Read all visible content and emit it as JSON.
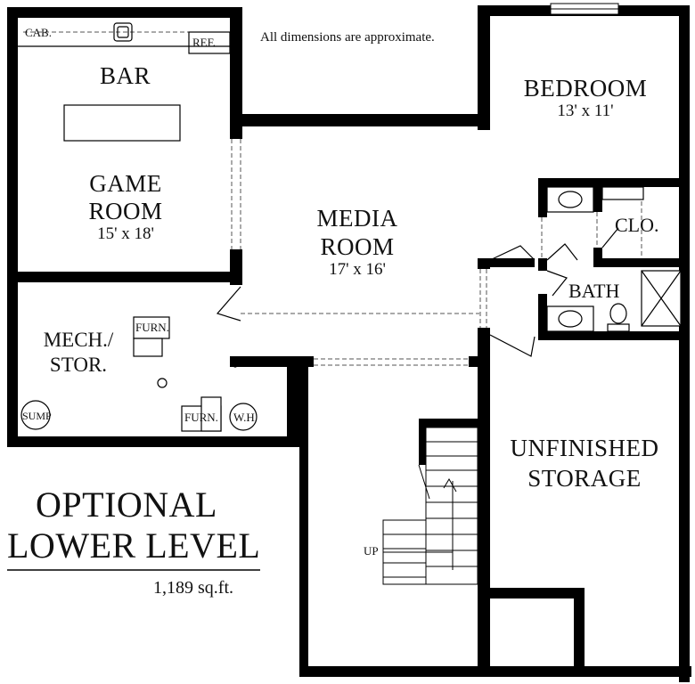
{
  "note": "All dimensions are approximate.",
  "rooms": {
    "bar": "BAR",
    "game_room_line1": "GAME",
    "game_room_line2": "ROOM",
    "game_room_dim": "15' x 18'",
    "media_line1": "MEDIA",
    "media_line2": "ROOM",
    "media_dim": "17' x 16'",
    "bedroom": "BEDROOM",
    "bedroom_dim": "13' x 11'",
    "closet": "CLO.",
    "bath": "BATH",
    "mech_line1": "MECH./",
    "mech_line2": "STOR.",
    "unfinished_line1": "UNFINISHED",
    "unfinished_line2": "STORAGE"
  },
  "fixtures": {
    "cab": "CAB.",
    "ref": "REF.",
    "furn_top": "FURN.",
    "furn_bottom": "FURN.",
    "water_heater": "W.H.",
    "sump": "SUMP",
    "stairs_up": "UP"
  },
  "title": {
    "line1": "OPTIONAL",
    "line2": "LOWER LEVEL",
    "area": "1,189 sq.ft."
  }
}
